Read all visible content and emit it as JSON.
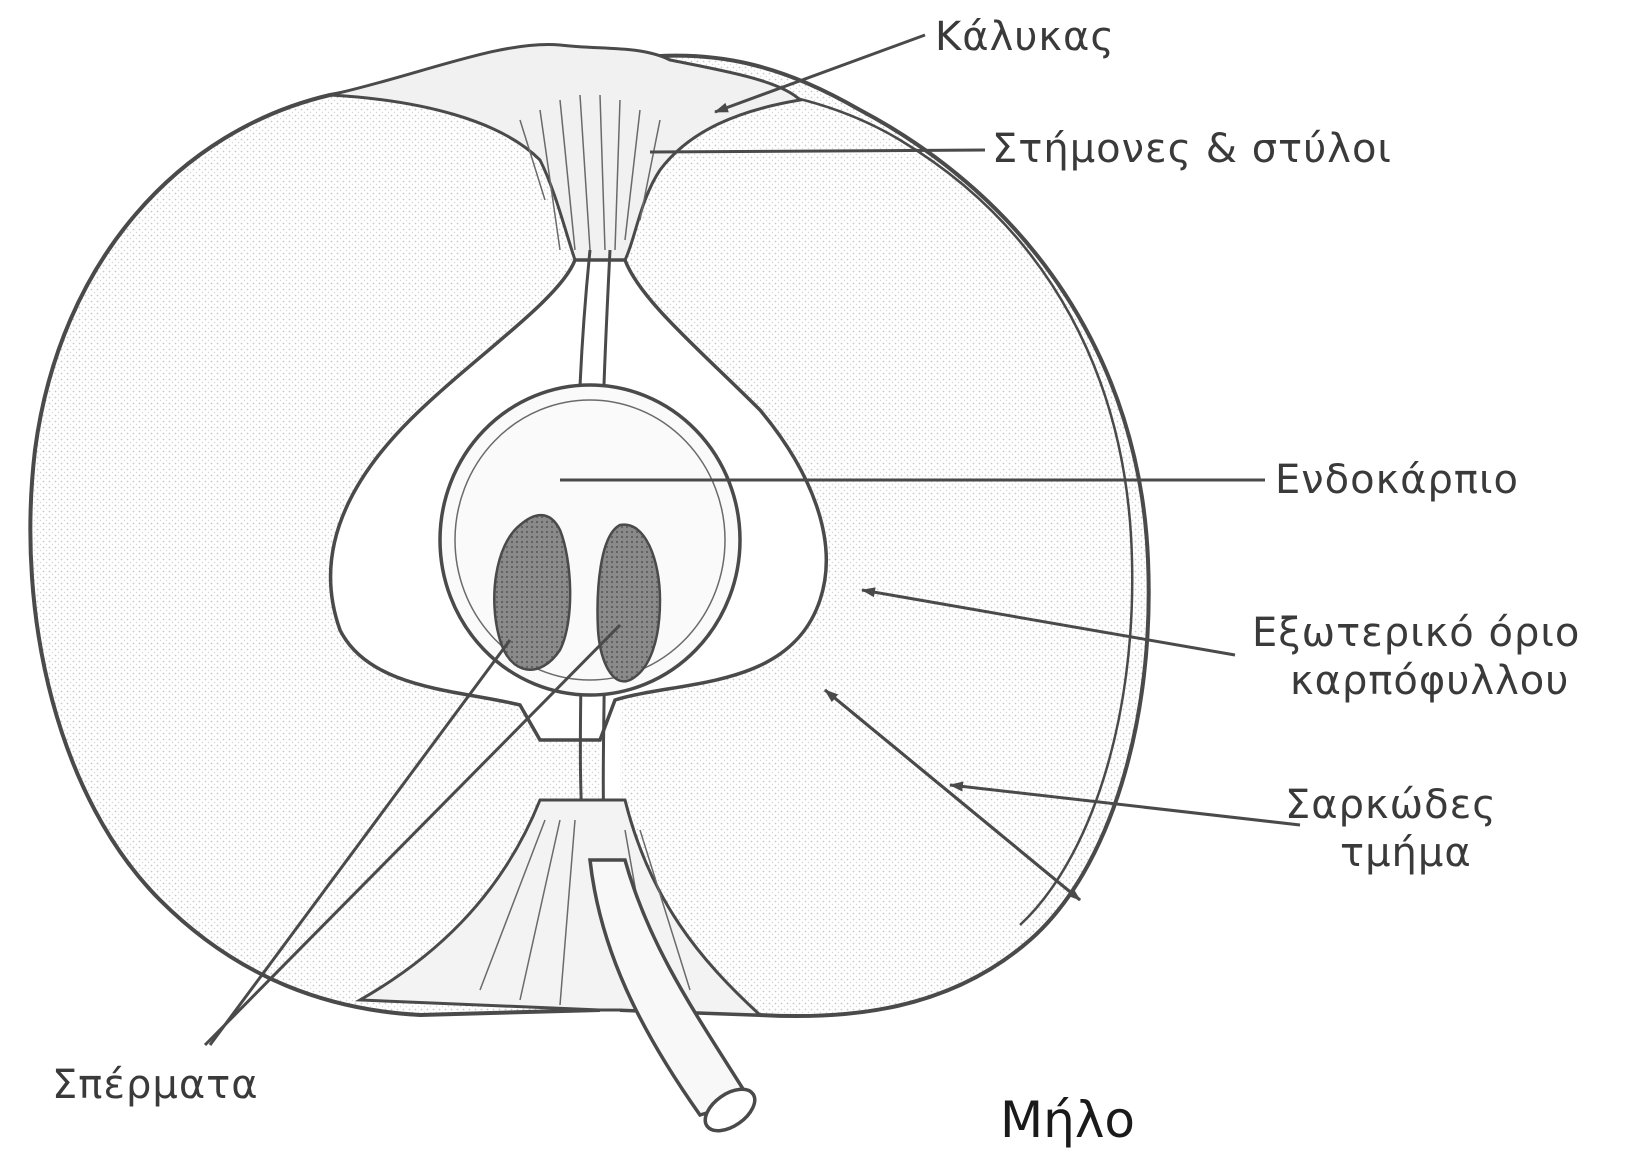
{
  "title": "Μήλο",
  "labels": {
    "calyx": "Κάλυκας",
    "stamens_styles": "Στήμονες & στύλοι",
    "endocarp": "Ενδοκάρπιο",
    "carpel_boundary_line1": "Εξωτερικό όριο",
    "carpel_boundary_line2": "καρπόφυλλου",
    "fleshy_part_line1": "Σαρκώδες",
    "fleshy_part_line2": "τμήμα",
    "seeds": "Σπέρματα"
  },
  "colors": {
    "line": "#4a4a4a",
    "flesh_stipple": "#e9e9e9",
    "seed": "#777777",
    "label": "#3a3a3a"
  }
}
